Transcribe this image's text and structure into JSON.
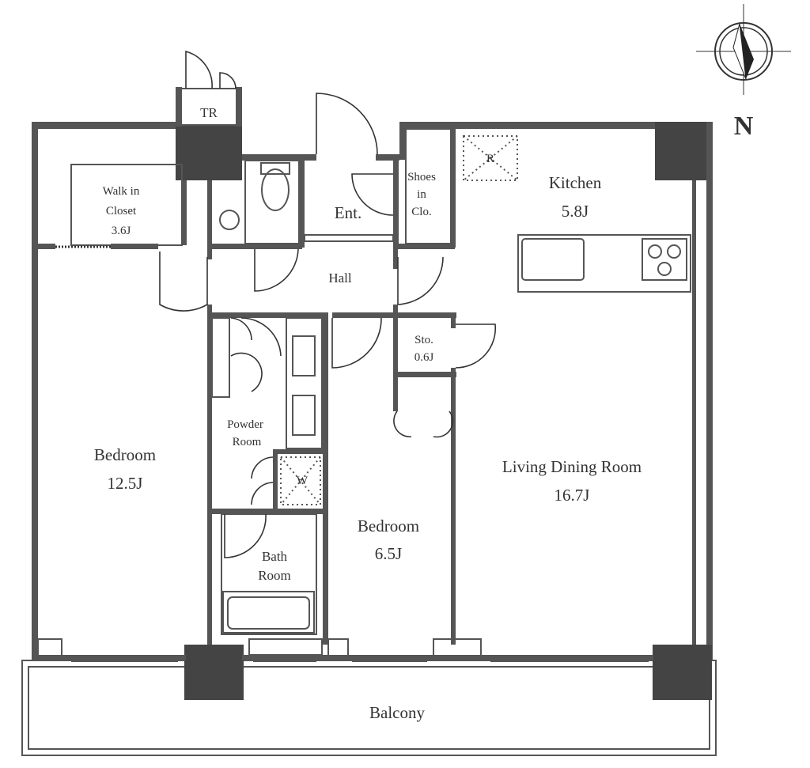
{
  "compass": {
    "north_label": "N"
  },
  "rooms": {
    "tr": "TR",
    "walk_in_closet": {
      "name_line1": "Walk in",
      "name_line2": "Closet",
      "size": "3.6J"
    },
    "entrance": "Ent.",
    "shoes_closet": {
      "line1": "Shoes",
      "line2": "in",
      "line3": "Clo."
    },
    "refrigerator": "R",
    "kitchen": {
      "name": "Kitchen",
      "size": "5.8J"
    },
    "hall": "Hall",
    "storage": {
      "name": "Sto.",
      "size": "0.6J"
    },
    "powder_room": {
      "line1": "Powder",
      "line2": "Room"
    },
    "washer": "W",
    "bath_room": {
      "line1": "Bath",
      "line2": "Room"
    },
    "bedroom_main": {
      "name": "Bedroom",
      "size": "12.5J"
    },
    "bedroom_small": {
      "name": "Bedroom",
      "size": "6.5J"
    },
    "living_dining": {
      "name": "Living Dining Room",
      "size": "16.7J"
    },
    "balcony": "Balcony"
  }
}
